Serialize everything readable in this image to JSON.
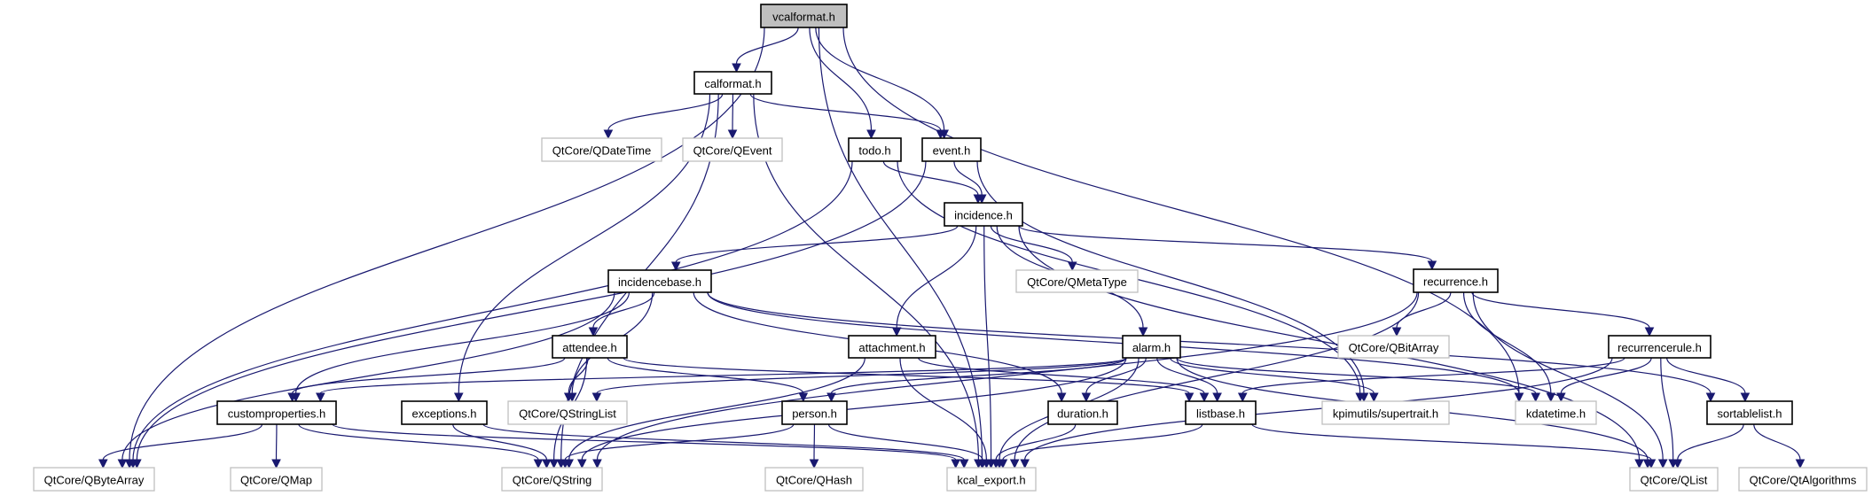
{
  "diagram": {
    "type": "include-dependency-graph",
    "edge_color": "#191970",
    "root_fill": "#bfbfbf",
    "external_border": "#bfbfbf",
    "local_border": "#000000",
    "nodes": [
      {
        "id": "vcalformat",
        "label": "vcalformat.h",
        "kind": "root"
      },
      {
        "id": "calformat",
        "label": "calformat.h",
        "kind": "local"
      },
      {
        "id": "qdatetime",
        "label": "QtCore/QDateTime",
        "kind": "ext"
      },
      {
        "id": "qevent",
        "label": "QtCore/QEvent",
        "kind": "ext"
      },
      {
        "id": "todo",
        "label": "todo.h",
        "kind": "local"
      },
      {
        "id": "event",
        "label": "event.h",
        "kind": "local"
      },
      {
        "id": "incidence",
        "label": "incidence.h",
        "kind": "local"
      },
      {
        "id": "incidencebase",
        "label": "incidencebase.h",
        "kind": "local"
      },
      {
        "id": "qmetatype",
        "label": "QtCore/QMetaType",
        "kind": "ext"
      },
      {
        "id": "recurrence",
        "label": "recurrence.h",
        "kind": "local"
      },
      {
        "id": "attendee",
        "label": "attendee.h",
        "kind": "local"
      },
      {
        "id": "attachment",
        "label": "attachment.h",
        "kind": "local"
      },
      {
        "id": "alarm",
        "label": "alarm.h",
        "kind": "local"
      },
      {
        "id": "qbitarray",
        "label": "QtCore/QBitArray",
        "kind": "ext"
      },
      {
        "id": "recurrencerule",
        "label": "recurrencerule.h",
        "kind": "local"
      },
      {
        "id": "customproperties",
        "label": "customproperties.h",
        "kind": "local"
      },
      {
        "id": "exceptions",
        "label": "exceptions.h",
        "kind": "local"
      },
      {
        "id": "qstringlist",
        "label": "QtCore/QStringList",
        "kind": "ext"
      },
      {
        "id": "person",
        "label": "person.h",
        "kind": "local"
      },
      {
        "id": "duration",
        "label": "duration.h",
        "kind": "local"
      },
      {
        "id": "listbase",
        "label": "listbase.h",
        "kind": "local"
      },
      {
        "id": "supertrait",
        "label": "kpimutils/supertrait.h",
        "kind": "ext"
      },
      {
        "id": "kdatetime",
        "label": "kdatetime.h",
        "kind": "ext"
      },
      {
        "id": "sortablelist",
        "label": "sortablelist.h",
        "kind": "local"
      },
      {
        "id": "qbytearray",
        "label": "QtCore/QByteArray",
        "kind": "ext"
      },
      {
        "id": "qmap",
        "label": "QtCore/QMap",
        "kind": "ext"
      },
      {
        "id": "qstring",
        "label": "QtCore/QString",
        "kind": "ext"
      },
      {
        "id": "qhash",
        "label": "QtCore/QHash",
        "kind": "ext"
      },
      {
        "id": "kcal_export",
        "label": "kcal_export.h",
        "kind": "ext"
      },
      {
        "id": "qlist",
        "label": "QtCore/QList",
        "kind": "ext"
      },
      {
        "id": "qtalgorithms",
        "label": "QtCore/QtAlgorithms",
        "kind": "ext"
      }
    ],
    "edges": [
      [
        "vcalformat",
        "calformat"
      ],
      [
        "vcalformat",
        "todo"
      ],
      [
        "vcalformat",
        "event"
      ],
      [
        "vcalformat",
        "kcal_export"
      ],
      [
        "vcalformat",
        "qbytearray"
      ],
      [
        "vcalformat",
        "kdatetime"
      ],
      [
        "calformat",
        "qdatetime"
      ],
      [
        "calformat",
        "qevent"
      ],
      [
        "calformat",
        "event"
      ],
      [
        "calformat",
        "exceptions"
      ],
      [
        "calformat",
        "qstring"
      ],
      [
        "calformat",
        "kcal_export"
      ],
      [
        "todo",
        "incidence"
      ],
      [
        "todo",
        "qbytearray"
      ],
      [
        "todo",
        "supertrait"
      ],
      [
        "event",
        "incidence"
      ],
      [
        "event",
        "qbytearray"
      ],
      [
        "event",
        "supertrait"
      ],
      [
        "incidence",
        "incidencebase"
      ],
      [
        "incidence",
        "qmetatype"
      ],
      [
        "incidence",
        "recurrence"
      ],
      [
        "incidence",
        "attachment"
      ],
      [
        "incidence",
        "alarm"
      ],
      [
        "incidence",
        "kcal_export"
      ],
      [
        "incidence",
        "qlist"
      ],
      [
        "incidencebase",
        "attendee"
      ],
      [
        "incidencebase",
        "customproperties"
      ],
      [
        "incidencebase",
        "qstringlist"
      ],
      [
        "incidencebase",
        "qbytearray"
      ],
      [
        "incidencebase",
        "duration"
      ],
      [
        "incidencebase",
        "kdatetime"
      ],
      [
        "incidencebase",
        "sortablelist"
      ],
      [
        "recurrence",
        "qbitarray"
      ],
      [
        "recurrence",
        "recurrencerule"
      ],
      [
        "recurrence",
        "kdatetime"
      ],
      [
        "recurrence",
        "qlist"
      ],
      [
        "recurrence",
        "kcal_export"
      ],
      [
        "recurrence",
        "qstring"
      ],
      [
        "attendee",
        "customproperties"
      ],
      [
        "attendee",
        "person"
      ],
      [
        "attendee",
        "qstringlist"
      ],
      [
        "attendee",
        "qstring"
      ],
      [
        "attendee",
        "listbase"
      ],
      [
        "attachment",
        "listbase"
      ],
      [
        "attachment",
        "kcal_export"
      ],
      [
        "attachment",
        "qstring"
      ],
      [
        "alarm",
        "customproperties"
      ],
      [
        "alarm",
        "person"
      ],
      [
        "alarm",
        "duration"
      ],
      [
        "alarm",
        "listbase"
      ],
      [
        "alarm",
        "supertrait"
      ],
      [
        "alarm",
        "kdatetime"
      ],
      [
        "alarm",
        "qlist"
      ],
      [
        "alarm",
        "qstringlist"
      ],
      [
        "alarm",
        "qstring"
      ],
      [
        "alarm",
        "kcal_export"
      ],
      [
        "recurrencerule",
        "listbase"
      ],
      [
        "recurrencerule",
        "kdatetime"
      ],
      [
        "recurrencerule",
        "sortablelist"
      ],
      [
        "recurrencerule",
        "qlist"
      ],
      [
        "recurrencerule",
        "kcal_export"
      ],
      [
        "customproperties",
        "qbytearray"
      ],
      [
        "customproperties",
        "qmap"
      ],
      [
        "customproperties",
        "qstring"
      ],
      [
        "customproperties",
        "kcal_export"
      ],
      [
        "exceptions",
        "qstring"
      ],
      [
        "exceptions",
        "kcal_export"
      ],
      [
        "person",
        "qhash"
      ],
      [
        "person",
        "qstring"
      ],
      [
        "person",
        "kcal_export"
      ],
      [
        "duration",
        "kcal_export"
      ],
      [
        "listbase",
        "kcal_export"
      ],
      [
        "listbase",
        "qlist"
      ],
      [
        "sortablelist",
        "qlist"
      ],
      [
        "sortablelist",
        "qtalgorithms"
      ]
    ]
  }
}
